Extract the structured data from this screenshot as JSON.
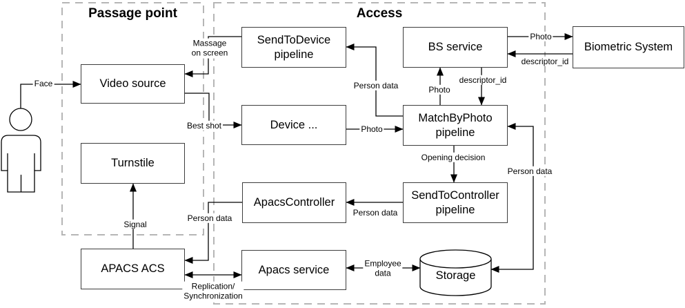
{
  "groups": {
    "passage_point": {
      "title": "Passage point"
    },
    "access": {
      "title": "Access"
    }
  },
  "nodes": {
    "video_source": {
      "label": "Video source"
    },
    "turnstile": {
      "label": "Turnstile"
    },
    "apacs_acs": {
      "label": "APACS ACS"
    },
    "send_to_device": {
      "label": "SendToDevice pipeline"
    },
    "device": {
      "label": "Device ..."
    },
    "apacs_controller": {
      "label": "ApacsController"
    },
    "apacs_service": {
      "label": "Apacs service"
    },
    "bs_service": {
      "label": "BS service"
    },
    "match_by_photo": {
      "label": "MatchByPhoto pipeline"
    },
    "send_to_controller": {
      "label": "SendToController pipeline"
    },
    "storage": {
      "label": "Storage"
    },
    "biometric_system": {
      "label": "Biometric System"
    }
  },
  "edges": {
    "face": "Face",
    "massage_on_screen": "Massage\non screen",
    "best_shot": "Best shot",
    "person_data_to_send_to_device": "Person data",
    "photo_device_to_match": "Photo",
    "photo_match_to_bs": "Photo",
    "descriptor_id_bs_to_match": "descriptor_id",
    "photo_bs_to_biometric": "Photo",
    "descriptor_id_biometric_to_bs": "descriptor_id",
    "opening_decision": "Opening decision",
    "person_data_to_apacs_controller": "Person data",
    "person_data_to_apacs_acs": "Person data",
    "person_data_storage_match": "Person data",
    "signal": "Signal",
    "replication": "Replication/\nSynchronization",
    "employee_data": "Employee\ndata"
  },
  "icons": {
    "actor": "person-figure",
    "storage": "database-cylinder"
  },
  "colors": {
    "line": "#000000",
    "node_border": "#3c3c3c",
    "group_border": "#b5b5b5",
    "text": "#000000",
    "background": "#ffffff"
  }
}
